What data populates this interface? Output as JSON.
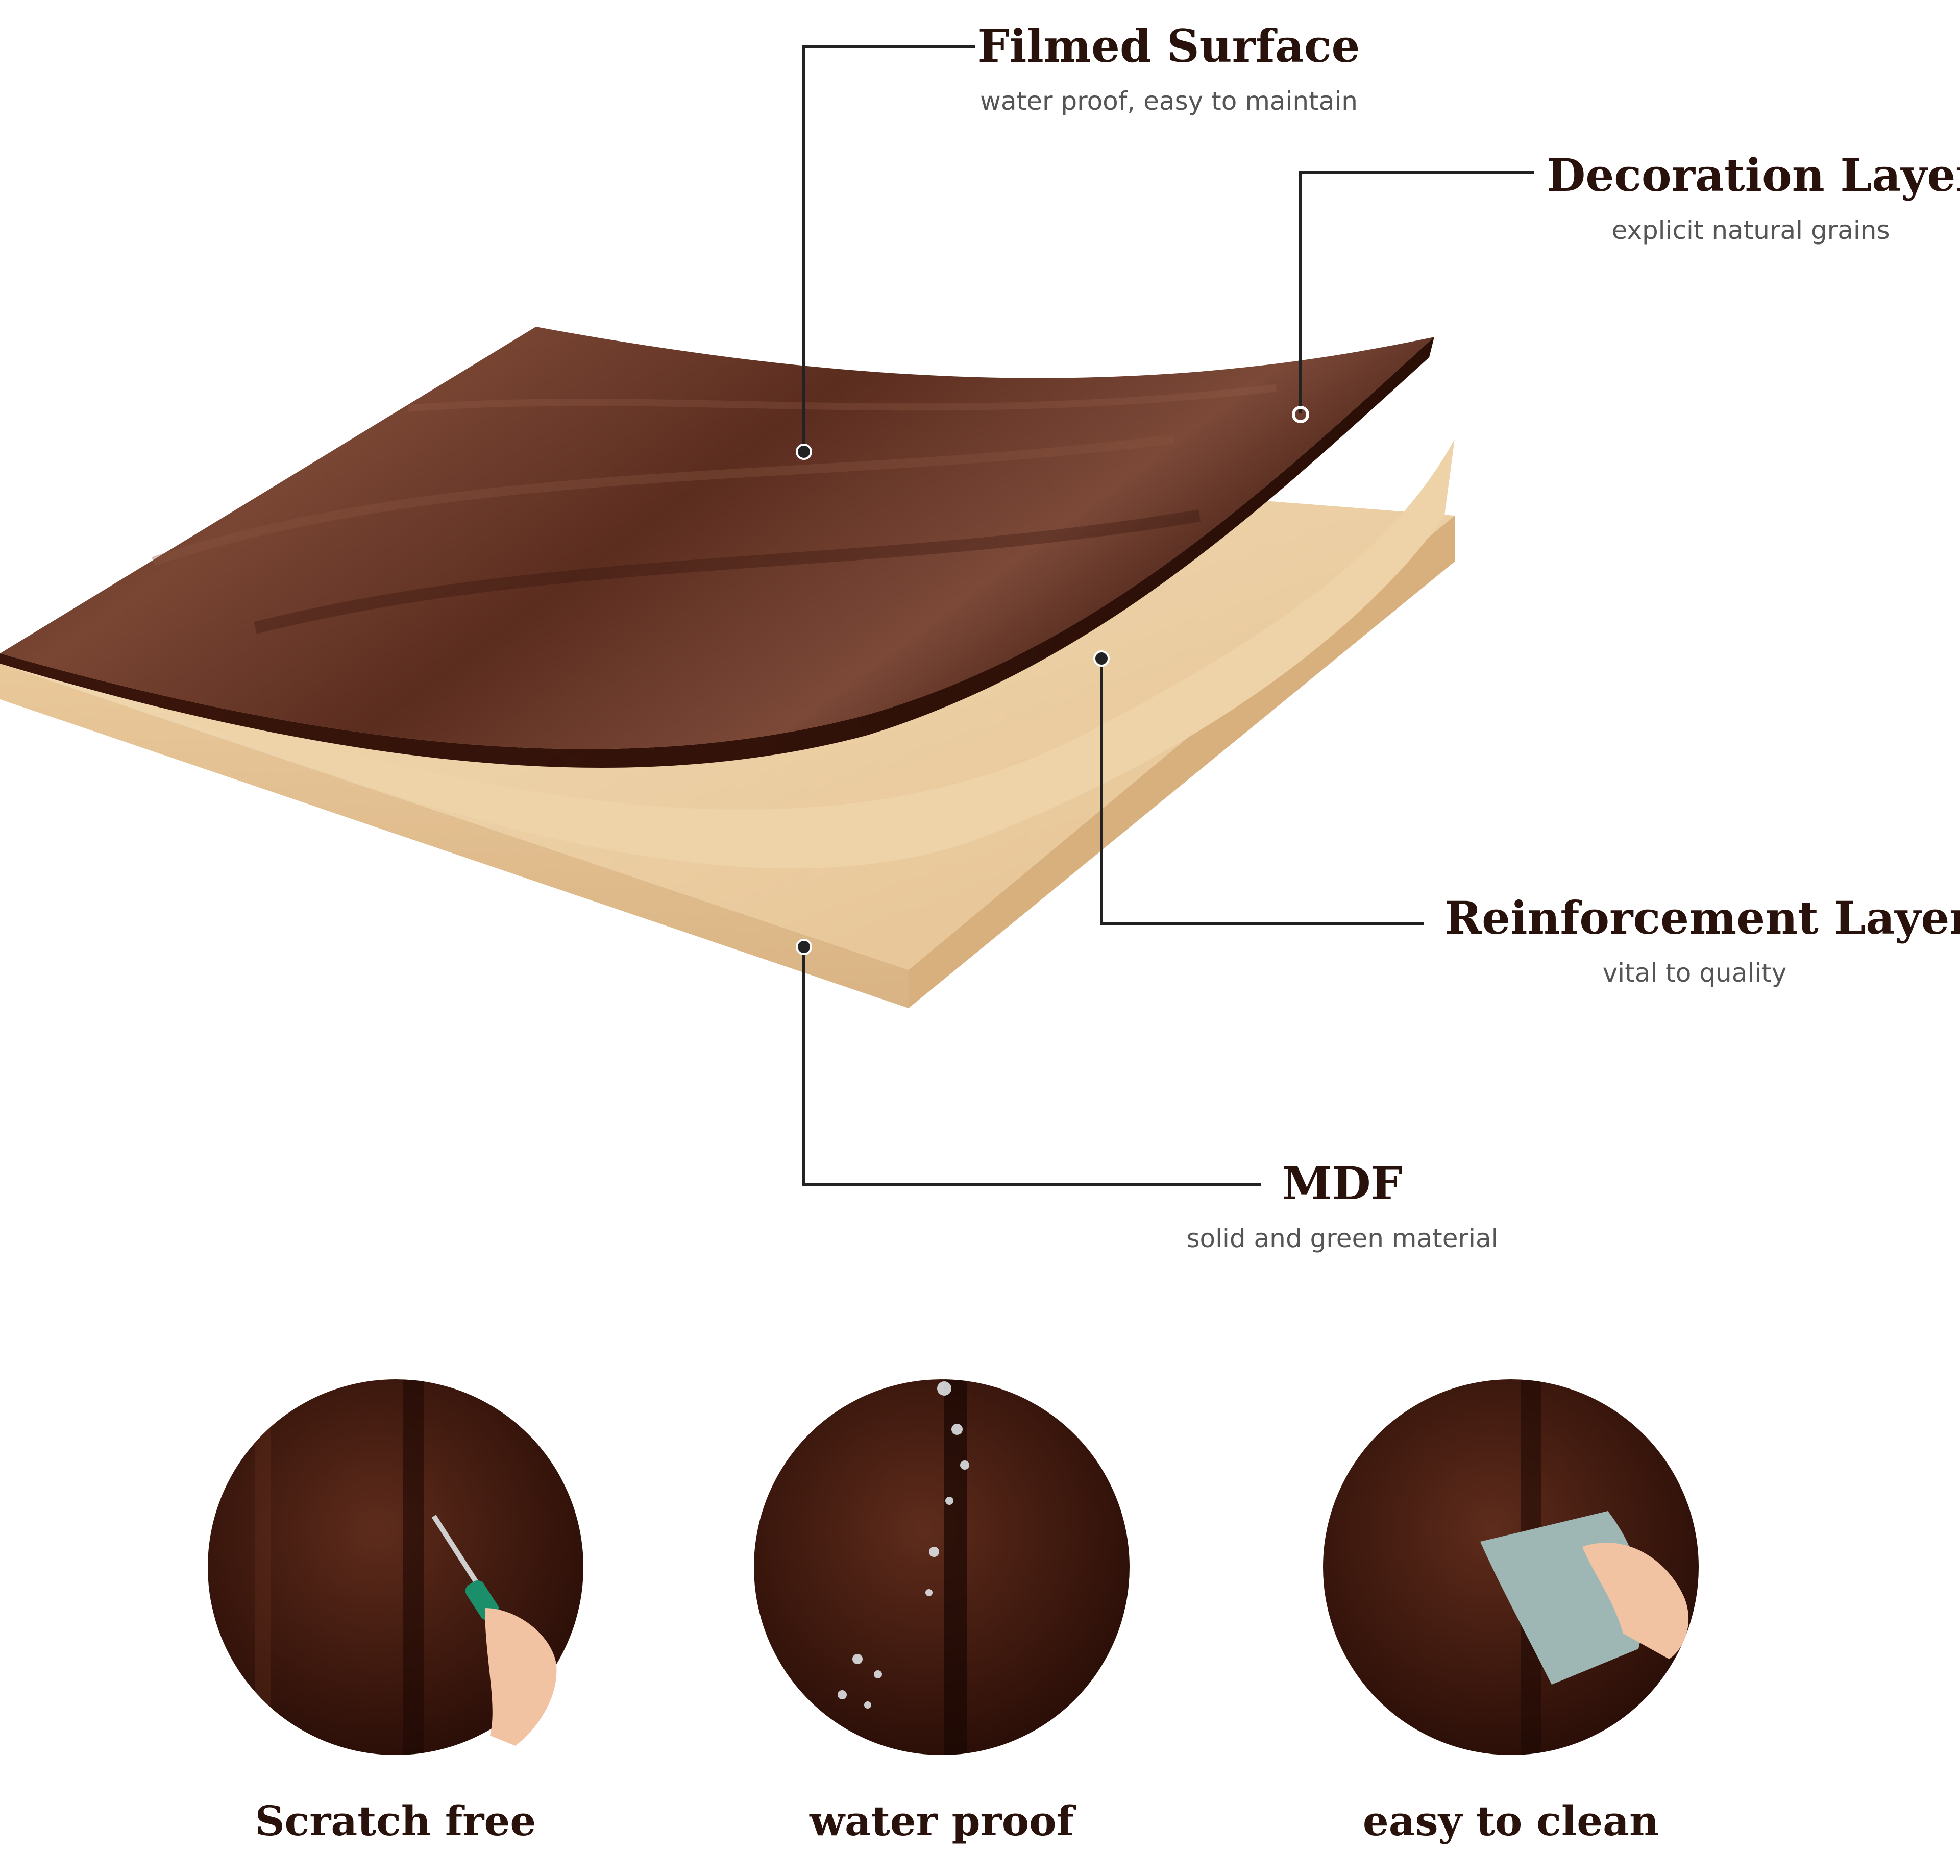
{
  "layers": [
    {
      "id": "filmed-surface",
      "title": "Filmed Surface",
      "subtitle": "water proof, easy to maintain"
    },
    {
      "id": "decoration-layer",
      "title": "Decoration Layer",
      "subtitle": "explicit natural grains"
    },
    {
      "id": "reinforcement-layer",
      "title": "Reinforcement Layer",
      "subtitle": "vital to quality"
    },
    {
      "id": "mdf",
      "title": "MDF",
      "subtitle": "solid and green material"
    }
  ],
  "features": [
    {
      "label": "Scratch free",
      "icon": "screwdriver-icon"
    },
    {
      "label": "water proof",
      "icon": "water-drops-icon"
    },
    {
      "label": "easy to clean",
      "icon": "cloth-wipe-icon"
    }
  ],
  "colors": {
    "wood_dark": "#3a1810",
    "wood_mid": "#6b3a2a",
    "mdf": "#e8c79b",
    "leader_line": "#222222",
    "title_text": "#2a120c"
  }
}
